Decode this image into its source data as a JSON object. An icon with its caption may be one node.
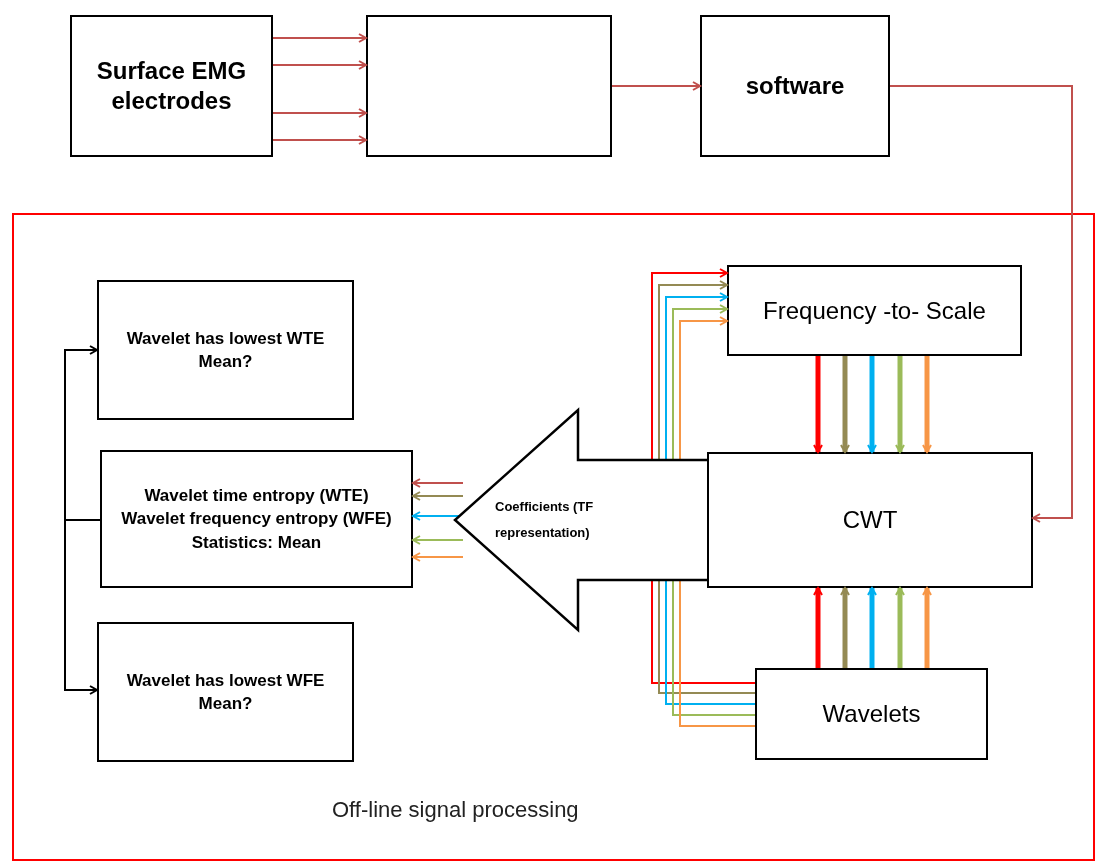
{
  "diagram": {
    "nodes": [
      {
        "text": [
          "Surface EMG electrodes"
        ]
      },
      {
        "text": [],
        "shape": "box"
      },
      {
        "text": [
          "software"
        ]
      },
      {
        "text": [
          "Off-line signal processing"
        ]
      },
      {
        "text": [
          "Wavelet has lowest WTE Mean?"
        ],
        "in": 3
      },
      {
        "text": [
          "Wavelet time entropy (WTE)",
          "Wavelet frequency entropy (WFE)",
          "Statistics:  Mean"
        ],
        "in": 3
      },
      {
        "text": [
          "Wavelet has lowest WFE Mean?"
        ],
        "in": 3
      },
      {
        "text": [
          "Frequency -to- Scale"
        ],
        "in": 3
      },
      {
        "text": [
          "CWT"
        ],
        "in": 3
      },
      {
        "text": [
          "Wavelets"
        ],
        "in": 3
      }
    ],
    "edges": [
      {
        "from": 0,
        "to": 1,
        "arrow": "to",
        "color": "#c0504d"
      },
      {
        "from": 0,
        "to": 1,
        "arrow": "to",
        "color": "#c0504d"
      },
      {
        "from": 0,
        "to": 1,
        "arrow": "to",
        "color": "#c0504d"
      },
      {
        "from": 0,
        "to": 1,
        "arrow": "to",
        "color": "#c0504d"
      },
      {
        "from": 1,
        "to": 2,
        "arrow": "to",
        "color": "#c0504d"
      },
      {
        "from": 2,
        "to": 8,
        "arrow": "to",
        "color": "#c0504d"
      },
      {
        "from": 7,
        "to": 8,
        "arrow": "to",
        "style": "thick",
        "color": "#ff0000"
      },
      {
        "from": 7,
        "to": 8,
        "arrow": "to",
        "style": "thick",
        "color": "#948a54"
      },
      {
        "from": 7,
        "to": 8,
        "arrow": "to",
        "style": "thick",
        "color": "#00b0f0"
      },
      {
        "from": 7,
        "to": 8,
        "arrow": "to",
        "style": "thick",
        "color": "#9bbb59"
      },
      {
        "from": 7,
        "to": 8,
        "arrow": "to",
        "style": "thick",
        "color": "#f79646"
      },
      {
        "from": 9,
        "to": 8,
        "arrow": "to",
        "style": "thick",
        "color": "#ff0000"
      },
      {
        "from": 9,
        "to": 8,
        "arrow": "to",
        "style": "thick",
        "color": "#948a54"
      },
      {
        "from": 9,
        "to": 8,
        "arrow": "to",
        "style": "thick",
        "color": "#00b0f0"
      },
      {
        "from": 9,
        "to": 8,
        "arrow": "to",
        "style": "thick",
        "color": "#9bbb59"
      },
      {
        "from": 9,
        "to": 8,
        "arrow": "to",
        "style": "thick",
        "color": "#f79646"
      },
      {
        "from": 9,
        "to": 7,
        "arrow": "to",
        "color": "#ff0000"
      },
      {
        "from": 9,
        "to": 7,
        "arrow": "to",
        "color": "#948a54"
      },
      {
        "from": 9,
        "to": 7,
        "arrow": "to",
        "color": "#00b0f0"
      },
      {
        "from": 9,
        "to": 7,
        "arrow": "to",
        "color": "#9bbb59"
      },
      {
        "from": 9,
        "to": 7,
        "arrow": "to",
        "color": "#f79646"
      },
      {
        "from": null,
        "to": 5,
        "arrow": "to",
        "color": "#c0504d"
      },
      {
        "from": null,
        "to": 5,
        "arrow": "to",
        "color": "#948a54"
      },
      {
        "from": null,
        "to": 5,
        "arrow": "to",
        "color": "#00b0f0"
      },
      {
        "from": null,
        "to": 5,
        "arrow": "to",
        "color": "#9bbb59"
      },
      {
        "from": null,
        "to": 5,
        "arrow": "to",
        "color": "#f79646"
      },
      {
        "from": 5,
        "to": 4,
        "arrow": "to",
        "color": "#000000"
      },
      {
        "from": 5,
        "to": 6,
        "arrow": "to",
        "color": "#000000"
      },
      {
        "from": 8,
        "to": 5,
        "arrow": "to",
        "style": "thick",
        "color": "#000000",
        "label": "Coefficients (TF representation)"
      }
    ]
  }
}
